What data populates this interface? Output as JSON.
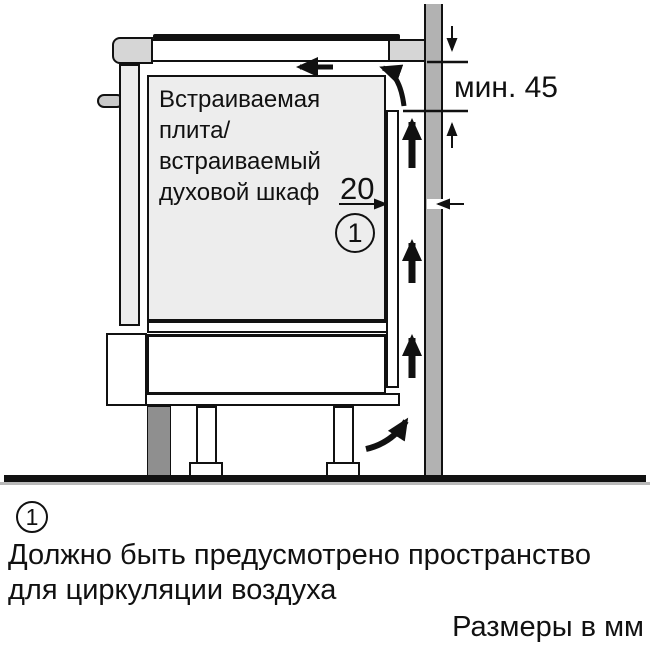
{
  "figure": {
    "appliance_label": "Встраиваемая\nплита/\nвстраиваемый\nдуховой шкаф",
    "min_clearance_label": "мин. 45",
    "gap_dimension_label": "20",
    "callout_number": "1"
  },
  "legend": {
    "callout_number": "1",
    "note": "Должно быть предусмотрено пространство\nдля циркуляции воздуха",
    "units": "Размеры в мм"
  },
  "colors": {
    "line": "#111111",
    "cabinet_fill": "#ededed",
    "worktop_fill": "#d6d6d6",
    "wall_fill": "#b2b2b2",
    "plinth_fill": "#8f8f8f"
  }
}
